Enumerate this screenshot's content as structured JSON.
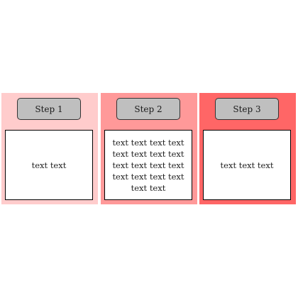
{
  "steps": [
    {
      "label": "Step 1",
      "text": "text text",
      "panel_color": "#ffcccc"
    },
    {
      "label": "Step 2",
      "text": "text text text text text text text text text text text text text text text text text text",
      "panel_color": "#ff9999"
    },
    {
      "label": "Step 3",
      "text": "text text text",
      "panel_color": "#ff6666"
    }
  ],
  "colors": {
    "step_box_fill": "#bfbfbf",
    "content_box_fill": "#ffffff",
    "border": "#000000"
  }
}
